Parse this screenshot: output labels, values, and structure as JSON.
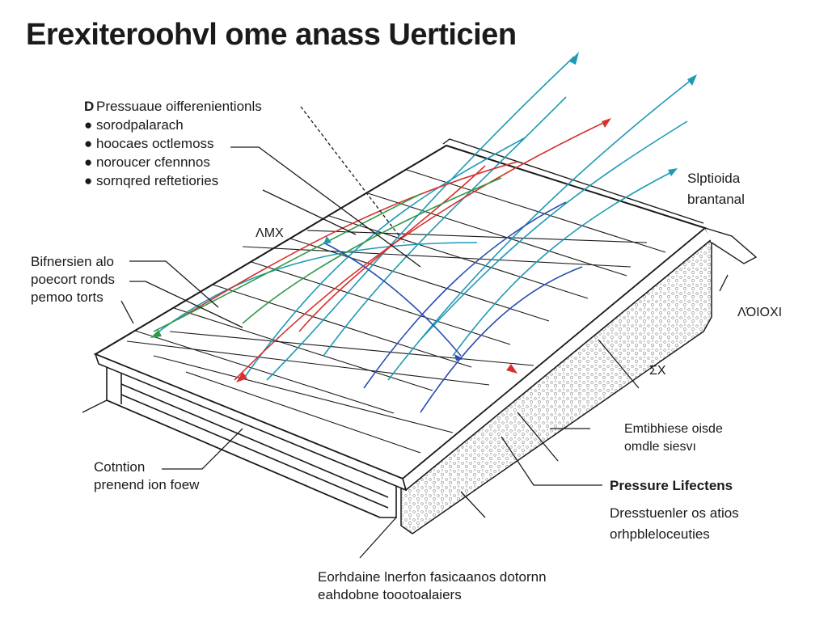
{
  "title": "Erexiteroohvl ome anass Uerticien",
  "legend": [
    {
      "marker": "D",
      "text": "Pressuaue oifferenientionls"
    },
    {
      "marker": "●",
      "text": "sorodpalarach"
    },
    {
      "marker": "●",
      "text": "hoocaes octlemoss"
    },
    {
      "marker": "●",
      "text": "noroucer cfennnos"
    },
    {
      "marker": "●",
      "text": "sornqred reftetiories"
    }
  ],
  "labels": {
    "amx": "ΛMX",
    "left_callout": [
      "Bifnersien alo",
      "poecort ronds",
      "pemoo torts"
    ],
    "top_right": [
      "Slptioida",
      "brantanal"
    ],
    "side_code": "ΛΌΙΟΧΙ",
    "sx": "ΣX",
    "small_right": [
      "Emtibhiese oisde",
      "omdle siesvı"
    ],
    "pressure_title": "Pressure Lifectens",
    "pressure_sub": [
      "Dresstuenler os atios",
      "orhpbleloceuties"
    ],
    "bottom_left": [
      "Cotntion",
      "prenend ion foew"
    ],
    "bottom_center": [
      "Eorhdaine lnerfon fasicaanos dotornn",
      "eahdobne toootoalaiers"
    ]
  },
  "colors": {
    "outline": "#1a1a1a",
    "wall_hatch": "#9a9a9a",
    "arrow_teal": "#1e9ab5",
    "arrow_red": "#d83030",
    "arrow_green": "#2e9a48",
    "arrow_blue": "#2a4fb0"
  }
}
